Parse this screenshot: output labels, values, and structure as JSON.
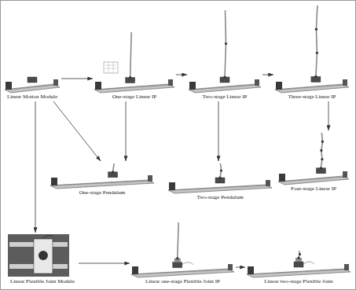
{
  "diagram": {
    "nodes": [
      {
        "text": [
          "Linear Motion Module"
        ]
      },
      {
        "text": [
          "One-stage Linear IP"
        ]
      },
      {
        "text": [
          "Two-stage Linear IP"
        ]
      },
      {
        "text": [
          "Three-stage Linear IP"
        ]
      },
      {
        "text": [
          "One-stage Pendulum"
        ]
      },
      {
        "text": [
          "Two-stage Pendulum"
        ]
      },
      {
        "text": [
          "Four-stage Linear IP"
        ]
      },
      {
        "text": [
          "Linear Flexible Joint Module"
        ]
      },
      {
        "text": [
          "Linear one-stage Flexible Joint IP"
        ]
      },
      {
        "text": [
          "Linear two-stage Flexible Joint"
        ]
      }
    ],
    "edges": [
      {
        "from": 0,
        "to": 1,
        "arrow": "to"
      },
      {
        "from": 0,
        "to": 4,
        "arrow": "to"
      },
      {
        "from": 0,
        "to": 7,
        "arrow": "to"
      },
      {
        "from": 1,
        "to": 2,
        "arrow": "to"
      },
      {
        "from": 1,
        "to": 4,
        "arrow": "to"
      },
      {
        "from": 2,
        "to": 3,
        "arrow": "to"
      },
      {
        "from": 2,
        "to": 5,
        "arrow": "to"
      },
      {
        "from": 3,
        "to": 6,
        "arrow": "to"
      },
      {
        "from": 7,
        "to": 8,
        "arrow": "to"
      },
      {
        "from": 8,
        "to": 9,
        "arrow": "to"
      }
    ]
  }
}
